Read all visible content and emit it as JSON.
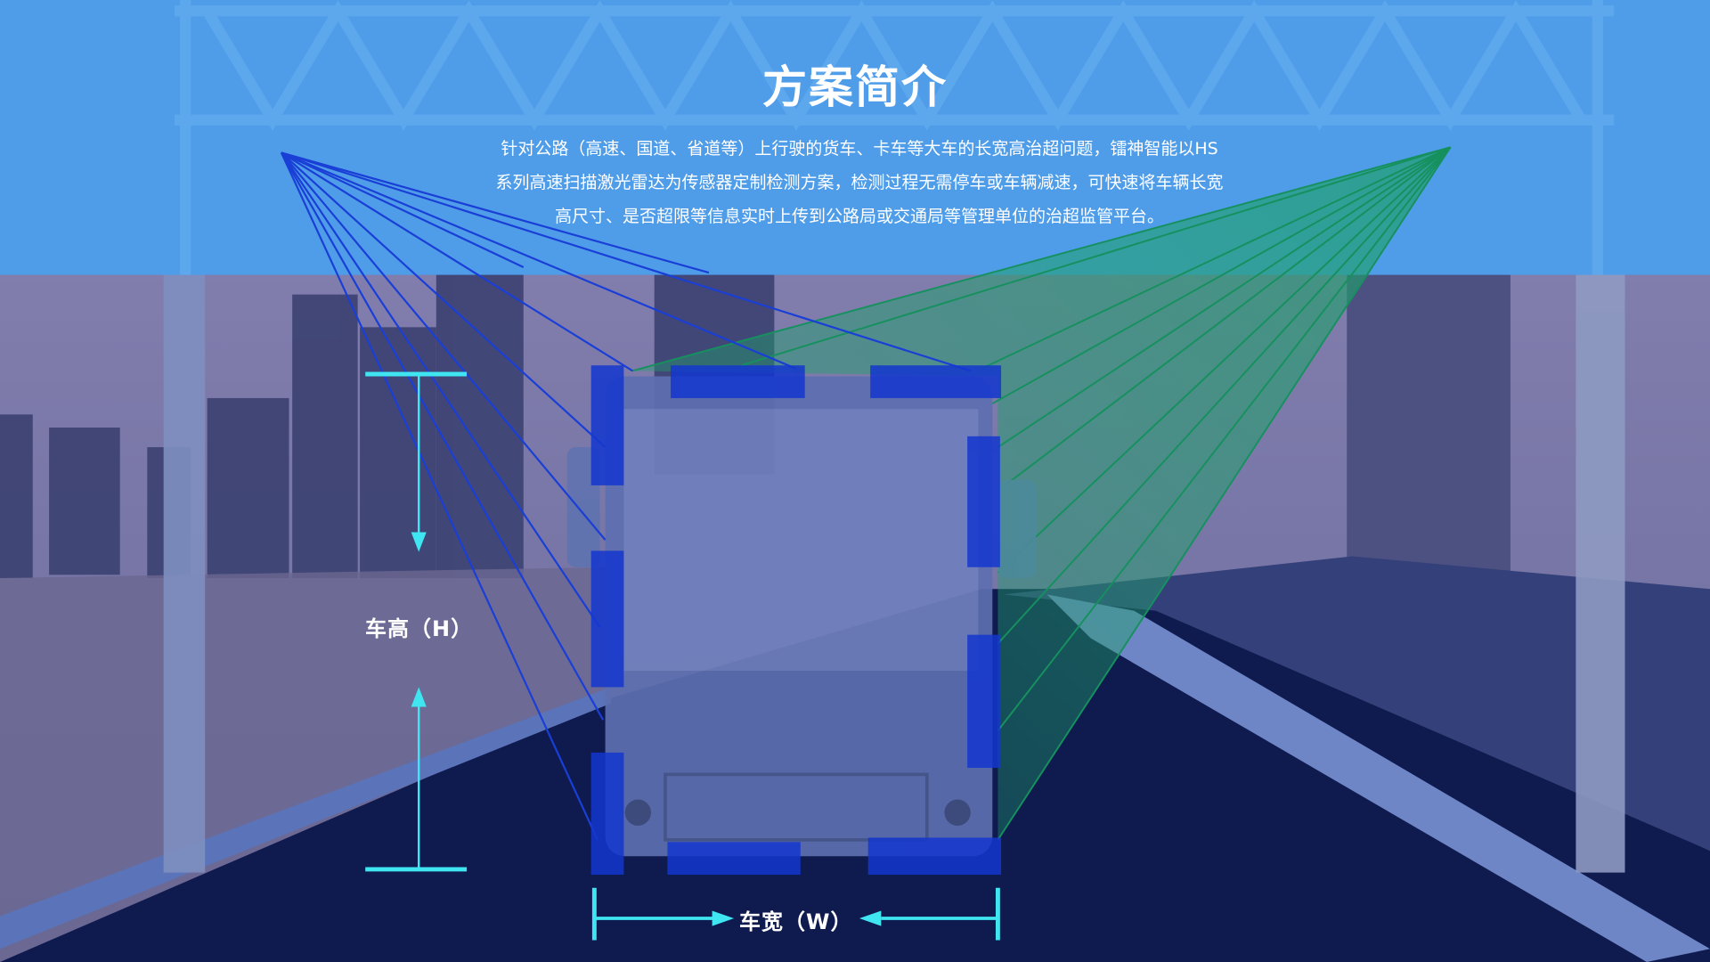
{
  "header": {
    "title": "方案简介",
    "intro_lines": [
      "针对公路（高速、国道、省道等）上行驶的货车、卡车等大车的长宽高治超问题，镭神智能以HS",
      "系列高速扫描激光雷达为传感器定制检测方案，检测过程无需停车或车辆减速，可快速将车辆长宽",
      "高尺寸、是否超限等信息实时上传到公路局或交通局等管理单位的治超监管平台。"
    ]
  },
  "diagram": {
    "height_label": "车高（H）",
    "width_label": "车宽（W）"
  },
  "colors": {
    "header_band": "#4f9de9",
    "dimension_cyan": "#3fe6f2",
    "scan_blue": "#1a3fd6",
    "scan_green": "#1f9a6a",
    "road": "#0f1a4e"
  }
}
